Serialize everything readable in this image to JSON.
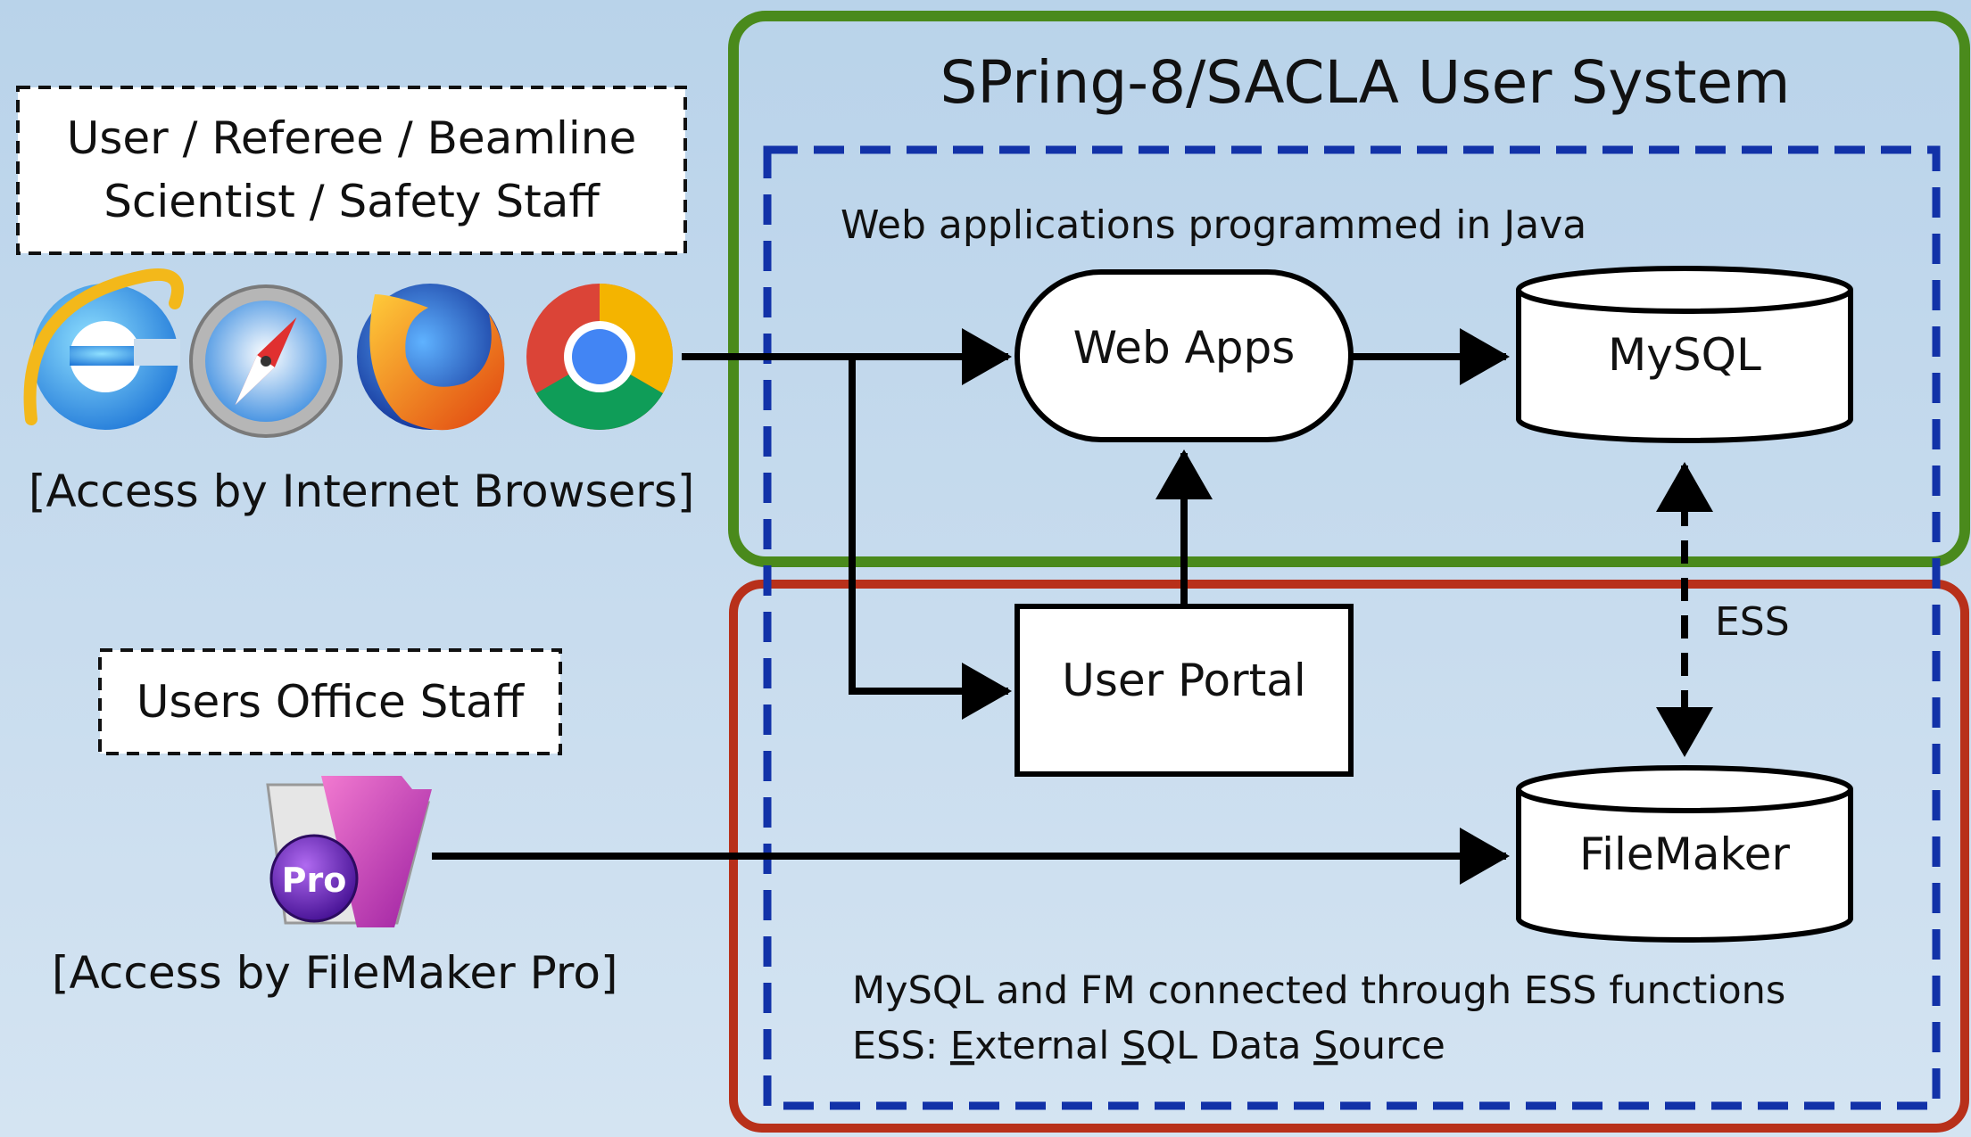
{
  "system": {
    "title": "SPring-8/SACLA User System",
    "java_label": "Web applications programmed in Java",
    "note_line1": "MySQL and FM connected through ESS functions",
    "note_line2": "ESS: External SQL Data Source",
    "note_line2_parts": [
      "ESS: ",
      "E",
      "xternal ",
      "S",
      "QL Data ",
      "S",
      "ource"
    ]
  },
  "roles": {
    "browser_users_line1": "User /  Referee / Beamline",
    "browser_users_line2": "Scientist / Safety Staff",
    "office_staff": "Users Office Staff"
  },
  "access": {
    "browsers": "[Access by Internet Browsers]",
    "filemaker": "[Access by FileMaker Pro]"
  },
  "nodes": {
    "web_apps": "Web Apps",
    "mysql": "MySQL",
    "user_portal": "User Portal",
    "filemaker": "FileMaker",
    "ess_link": "ESS"
  },
  "icons": {
    "browsers": [
      "internet-explorer-icon",
      "safari-icon",
      "firefox-icon",
      "chrome-icon"
    ],
    "filemaker_app": "filemaker-pro-icon",
    "filemaker_badge": "Pro"
  },
  "colors": {
    "green_region": "#4a8a1c",
    "red_region": "#b8301a",
    "blue_region": "#1232a8",
    "arrows": "#000000"
  }
}
